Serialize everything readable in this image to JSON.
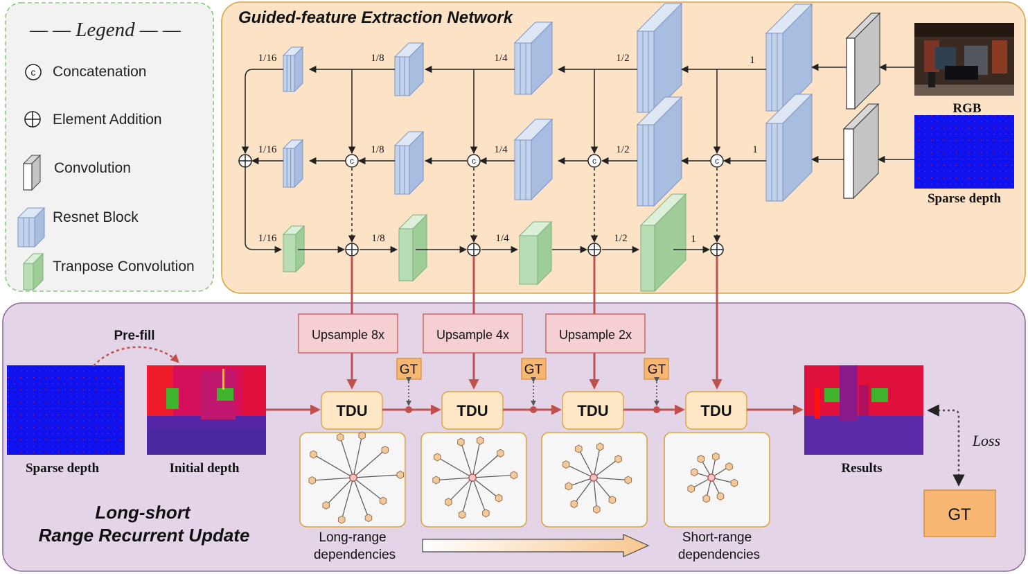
{
  "legend": {
    "title": "— — Legend — —",
    "concat_symbol": "c",
    "items": [
      "Concatenation",
      "Element Addition",
      "Convolution",
      "Resnet Block",
      "Tranpose Convolution"
    ]
  },
  "guided_panel": {
    "title": "Guided-feature  Extraction Network",
    "scale_labels": [
      "1/16",
      "1/8",
      "1/4",
      "1/2",
      "1"
    ],
    "inputs": [
      "RGB",
      "Sparse depth"
    ]
  },
  "recurrent_panel": {
    "title_line1": "Long-short",
    "title_line2": "Range Recurrent Update",
    "prefill": "Pre-fill",
    "upsample": [
      "Upsample 8x",
      "Upsample 4x",
      "Upsample 2x"
    ],
    "tdu": "TDU",
    "gt": "GT",
    "images": [
      "Sparse depth",
      "Initial depth",
      "Results"
    ],
    "loss": "Loss",
    "long_range": [
      "Long-range",
      "dependencies"
    ],
    "short_range": [
      "Short-range",
      "dependencies"
    ]
  },
  "colors": {
    "guided_bg": "#fde3c6",
    "recurrent_bg": "#e4d4e8",
    "legend_bg": "#f2f2f2",
    "resnet_blue": "#c4d3ec",
    "tconv_green": "#b8dcb4",
    "upsample_pink": "#f6cfd2",
    "tdu_fill": "#fde7c4",
    "gt_fill": "#f7b672",
    "red_arrow": "#c0504d"
  }
}
